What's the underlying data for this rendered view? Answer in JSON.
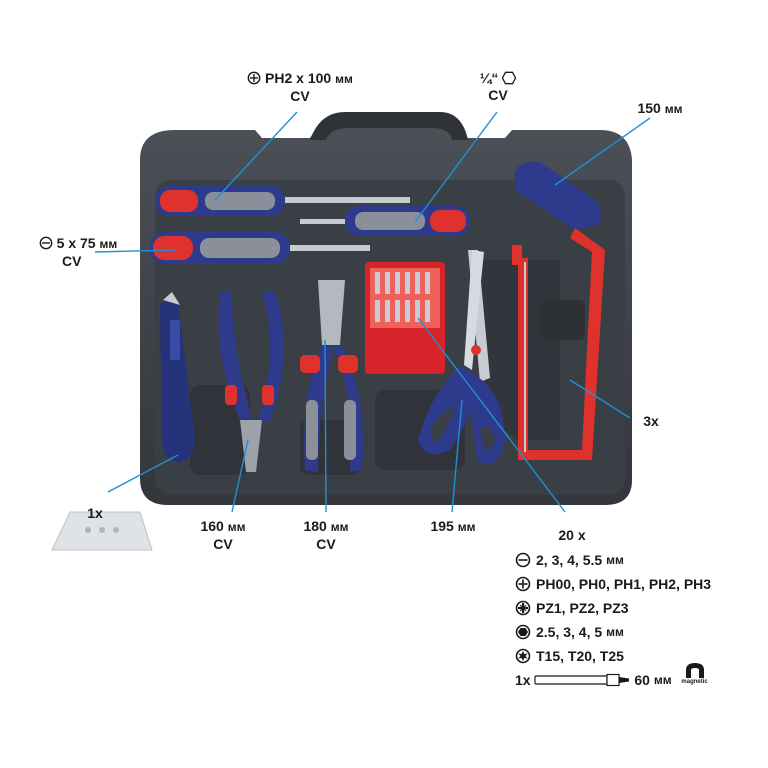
{
  "labels": {
    "ph_screwdriver": {
      "size": "PH2 x 100",
      "unit": "мм",
      "material": "CV"
    },
    "hex_bit": {
      "size": "¼“",
      "material": "CV"
    },
    "saw": {
      "size": "150",
      "unit": "мм"
    },
    "slot_screwdriver": {
      "size": "5 x 75",
      "unit": "мм",
      "material": "CV"
    },
    "saw_blades": {
      "count": "3x"
    },
    "utility_knife": {
      "count": "1x"
    },
    "cutting_pliers": {
      "size": "160",
      "unit": "мм",
      "material": "CV"
    },
    "combination_pliers": {
      "size": "180",
      "unit": "мм",
      "material": "CV"
    },
    "scissors": {
      "size": "195",
      "unit": "мм"
    },
    "bit_set": {
      "count": "20 x"
    }
  },
  "bit_list": [
    {
      "icon": "slot-icon",
      "text": "2, 3, 4, 5.5",
      "unit": "мм"
    },
    {
      "icon": "phillips-icon",
      "text": "PH00, PH0, PH1, PH2, PH3",
      "unit": ""
    },
    {
      "icon": "pozidriv-icon",
      "text": "PZ1, PZ2, PZ3",
      "unit": ""
    },
    {
      "icon": "hex-socket-icon",
      "text": "2.5, 3, 4, 5",
      "unit": "мм"
    },
    {
      "icon": "torx-icon",
      "text": "T15, T20, T25",
      "unit": ""
    }
  ],
  "bit_holder": {
    "count": "1x",
    "size": "60",
    "unit": "мм",
    "magnet_label": "magnetic"
  },
  "colors": {
    "case": "#3d4248",
    "handle_blue": "#2e3a8c",
    "handle_red": "#e0322c",
    "callout_line": "#1e90d6"
  }
}
